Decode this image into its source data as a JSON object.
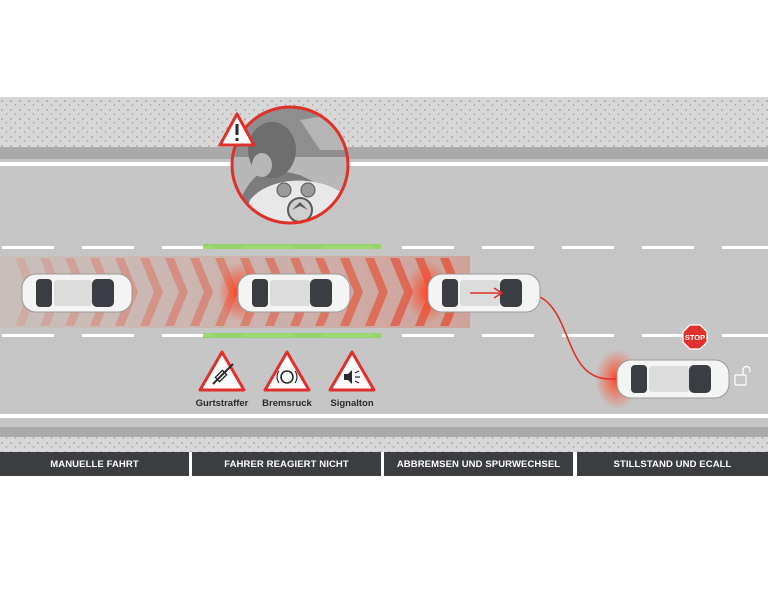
{
  "colors": {
    "asphalt": "#c8c8c8",
    "sidewalk": "#d9d9d9",
    "danger_red": "#e0302a",
    "green_line": "#7ac943",
    "label_bar": "#3b3d41"
  },
  "stages": [
    {
      "label": "MANUELLE FAHRT"
    },
    {
      "label": "FAHRER REAGIERT NICHT"
    },
    {
      "label": "ABBREMSEN UND SPURWECHSEL"
    },
    {
      "label": "STILLSTAND UND ECALL"
    }
  ],
  "warnings": [
    {
      "label": "Gurtstraffer",
      "icon": "seatbelt-icon"
    },
    {
      "label": "Bremsruck",
      "icon": "brake-icon"
    },
    {
      "label": "Signalton",
      "icon": "speaker-icon"
    }
  ],
  "stop_sign": {
    "text": "STOP"
  },
  "icons": {
    "driver_alert": "exclamation-warning-icon",
    "unlock": "unlock-icon"
  }
}
